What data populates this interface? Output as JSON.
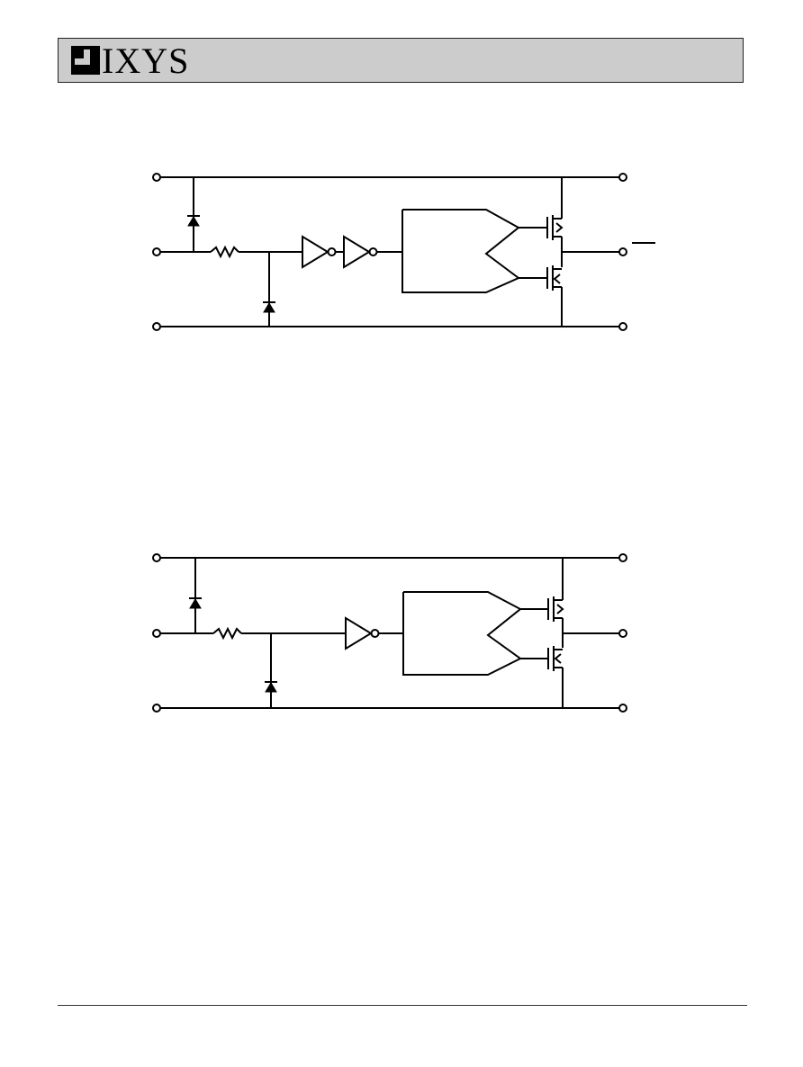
{
  "header": {
    "logo_text": "IXYS",
    "background": "#cccccc",
    "logo_icon": "ixys-logo-mark"
  },
  "diagrams": [
    {
      "buffer_stage": "two-inverters",
      "output_overbar": true
    },
    {
      "buffer_stage": "one-inverter",
      "output_overbar": false
    }
  ]
}
